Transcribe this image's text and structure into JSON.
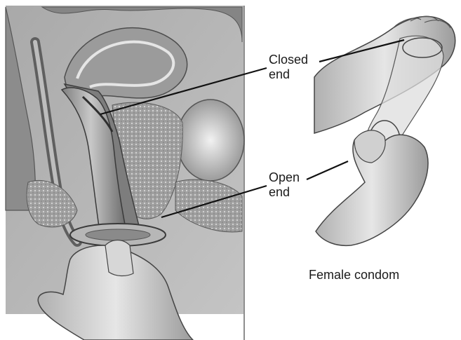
{
  "labels": {
    "closed_end": {
      "line1": "Closed",
      "line2": "end"
    },
    "open_end": {
      "line1": "Open",
      "line2": "end"
    }
  },
  "caption": "Female condom",
  "colors": {
    "panel_bg": "#b8b8b8",
    "tissue_dark": "#6e6e6e",
    "tissue_mid": "#9a9a9a",
    "tissue_light": "#d2d2d2",
    "skin": "#c9c9c9",
    "leader_line": "#111111"
  }
}
